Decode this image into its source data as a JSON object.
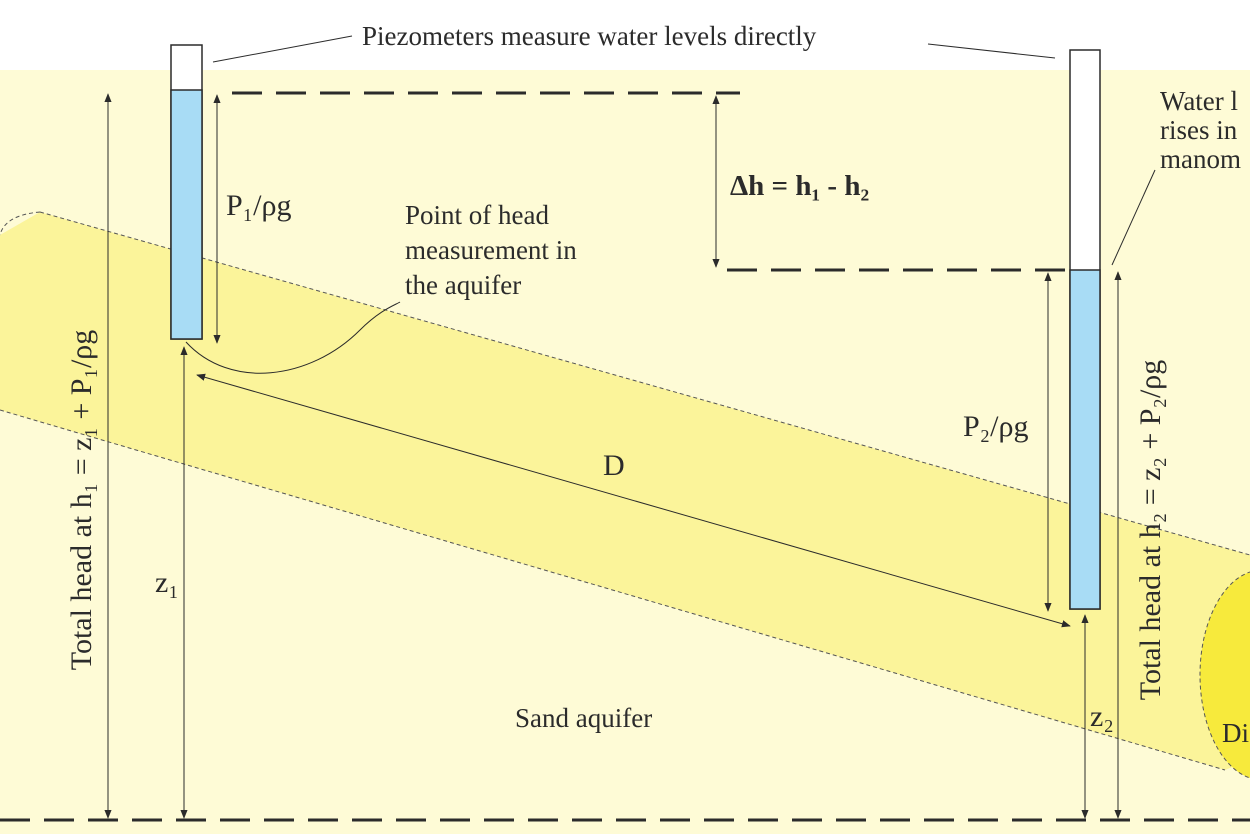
{
  "header": {
    "title": "Piezometers measure water levels directly"
  },
  "labels": {
    "pressure_head_1": "P₁/ρg",
    "pressure_head_2": "P₂/ρg",
    "elevation_1": "z₁",
    "elevation_2": "z₂",
    "distance": "D",
    "head_difference": "Δh = h₁ - h₂",
    "measurement_point_line1": "Point of head",
    "measurement_point_line2": "measurement in",
    "measurement_point_line3": "the aquifer",
    "total_head_1": "Total head at h₁ = z₁ + P₁/ρg",
    "total_head_2": "Total head at h₂ = z₂ + P₂/ρg",
    "sand_aquifer": "Sand aquifer",
    "manometer_note_line1": "Water l",
    "manometer_note_line2": "rises in",
    "manometer_note_line3": "manom",
    "cut_label": "Di"
  },
  "colors": {
    "background_sand": "#fefbd6",
    "aquifer_band": "#fbf49a",
    "aquifer_end": "#f7ea3c",
    "water": "#a8dcf5",
    "line": "#2b2b2b"
  }
}
